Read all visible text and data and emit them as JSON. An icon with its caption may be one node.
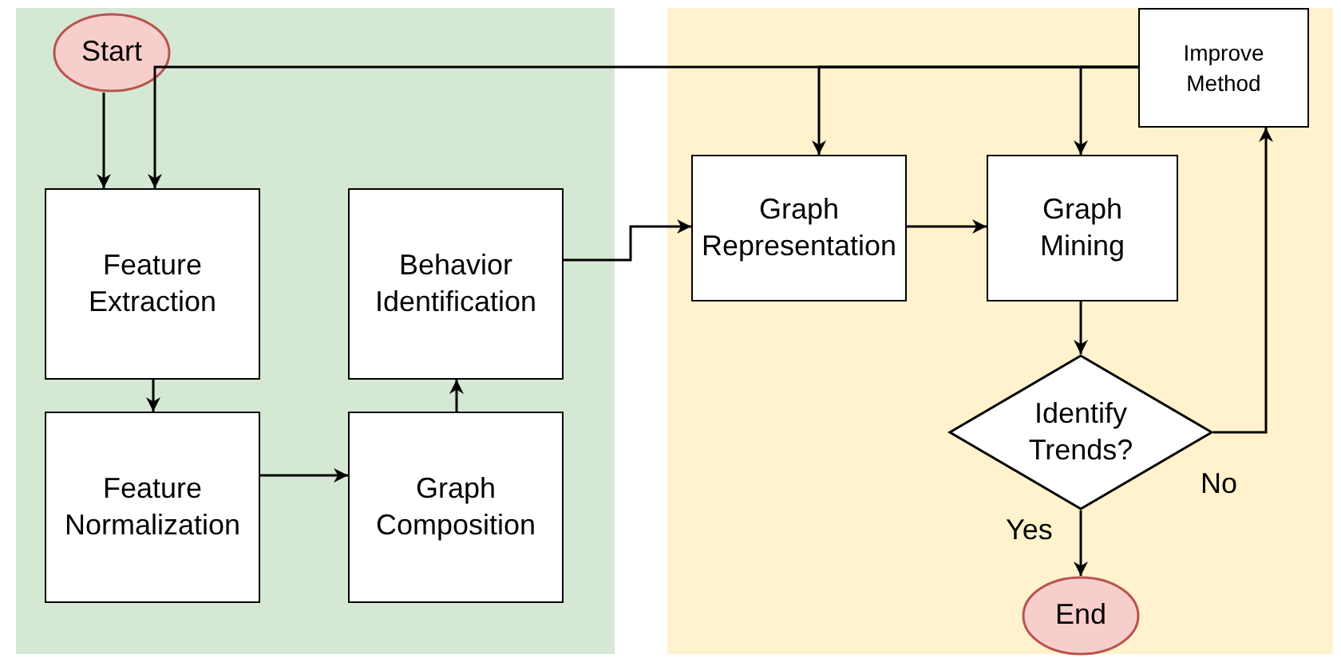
{
  "diagram": {
    "nodes": [
      {
        "text": [],
        "shape": "box"
      },
      {
        "text": [],
        "shape": "box"
      },
      {
        "text": [
          "Start"
        ],
        "in": 0
      },
      {
        "text": [
          "Improve Method"
        ],
        "in": 1
      },
      {
        "text": [
          "Feature Extraction"
        ],
        "in": 0
      },
      {
        "text": [
          "Behavior Identification"
        ],
        "in": 0
      },
      {
        "text": [
          "Graph Representation"
        ],
        "in": 1
      },
      {
        "text": [
          "Graph Mining"
        ],
        "in": 1
      },
      {
        "text": [
          "Feature Normalization"
        ],
        "in": 0
      },
      {
        "text": [
          "Graph Composition"
        ],
        "in": 0
      },
      {
        "text": [
          "Identify Trends?"
        ],
        "in": 1
      },
      {
        "text": [
          "End"
        ],
        "in": 1
      }
    ],
    "edges": [
      {
        "from": 2,
        "to": 4,
        "arrow": "to"
      },
      {
        "from": 4,
        "to": 8,
        "arrow": "to"
      },
      {
        "from": 8,
        "to": 9,
        "arrow": "to"
      },
      {
        "from": 9,
        "to": 5,
        "arrow": "to"
      },
      {
        "from": 5,
        "to": 6,
        "arrow": "to"
      },
      {
        "from": 6,
        "to": 7,
        "arrow": "to"
      },
      {
        "from": 7,
        "to": 10,
        "arrow": "to"
      },
      {
        "from": 10,
        "to": 11,
        "label": "Yes",
        "arrow": "to"
      },
      {
        "from": 10,
        "to": 3,
        "label": "No",
        "arrow": "to"
      },
      {
        "from": 3,
        "to": 4,
        "arrow": "to"
      },
      {
        "from": 3,
        "to": 6,
        "arrow": "to"
      },
      {
        "from": 3,
        "to": 7,
        "arrow": "to"
      }
    ]
  }
}
